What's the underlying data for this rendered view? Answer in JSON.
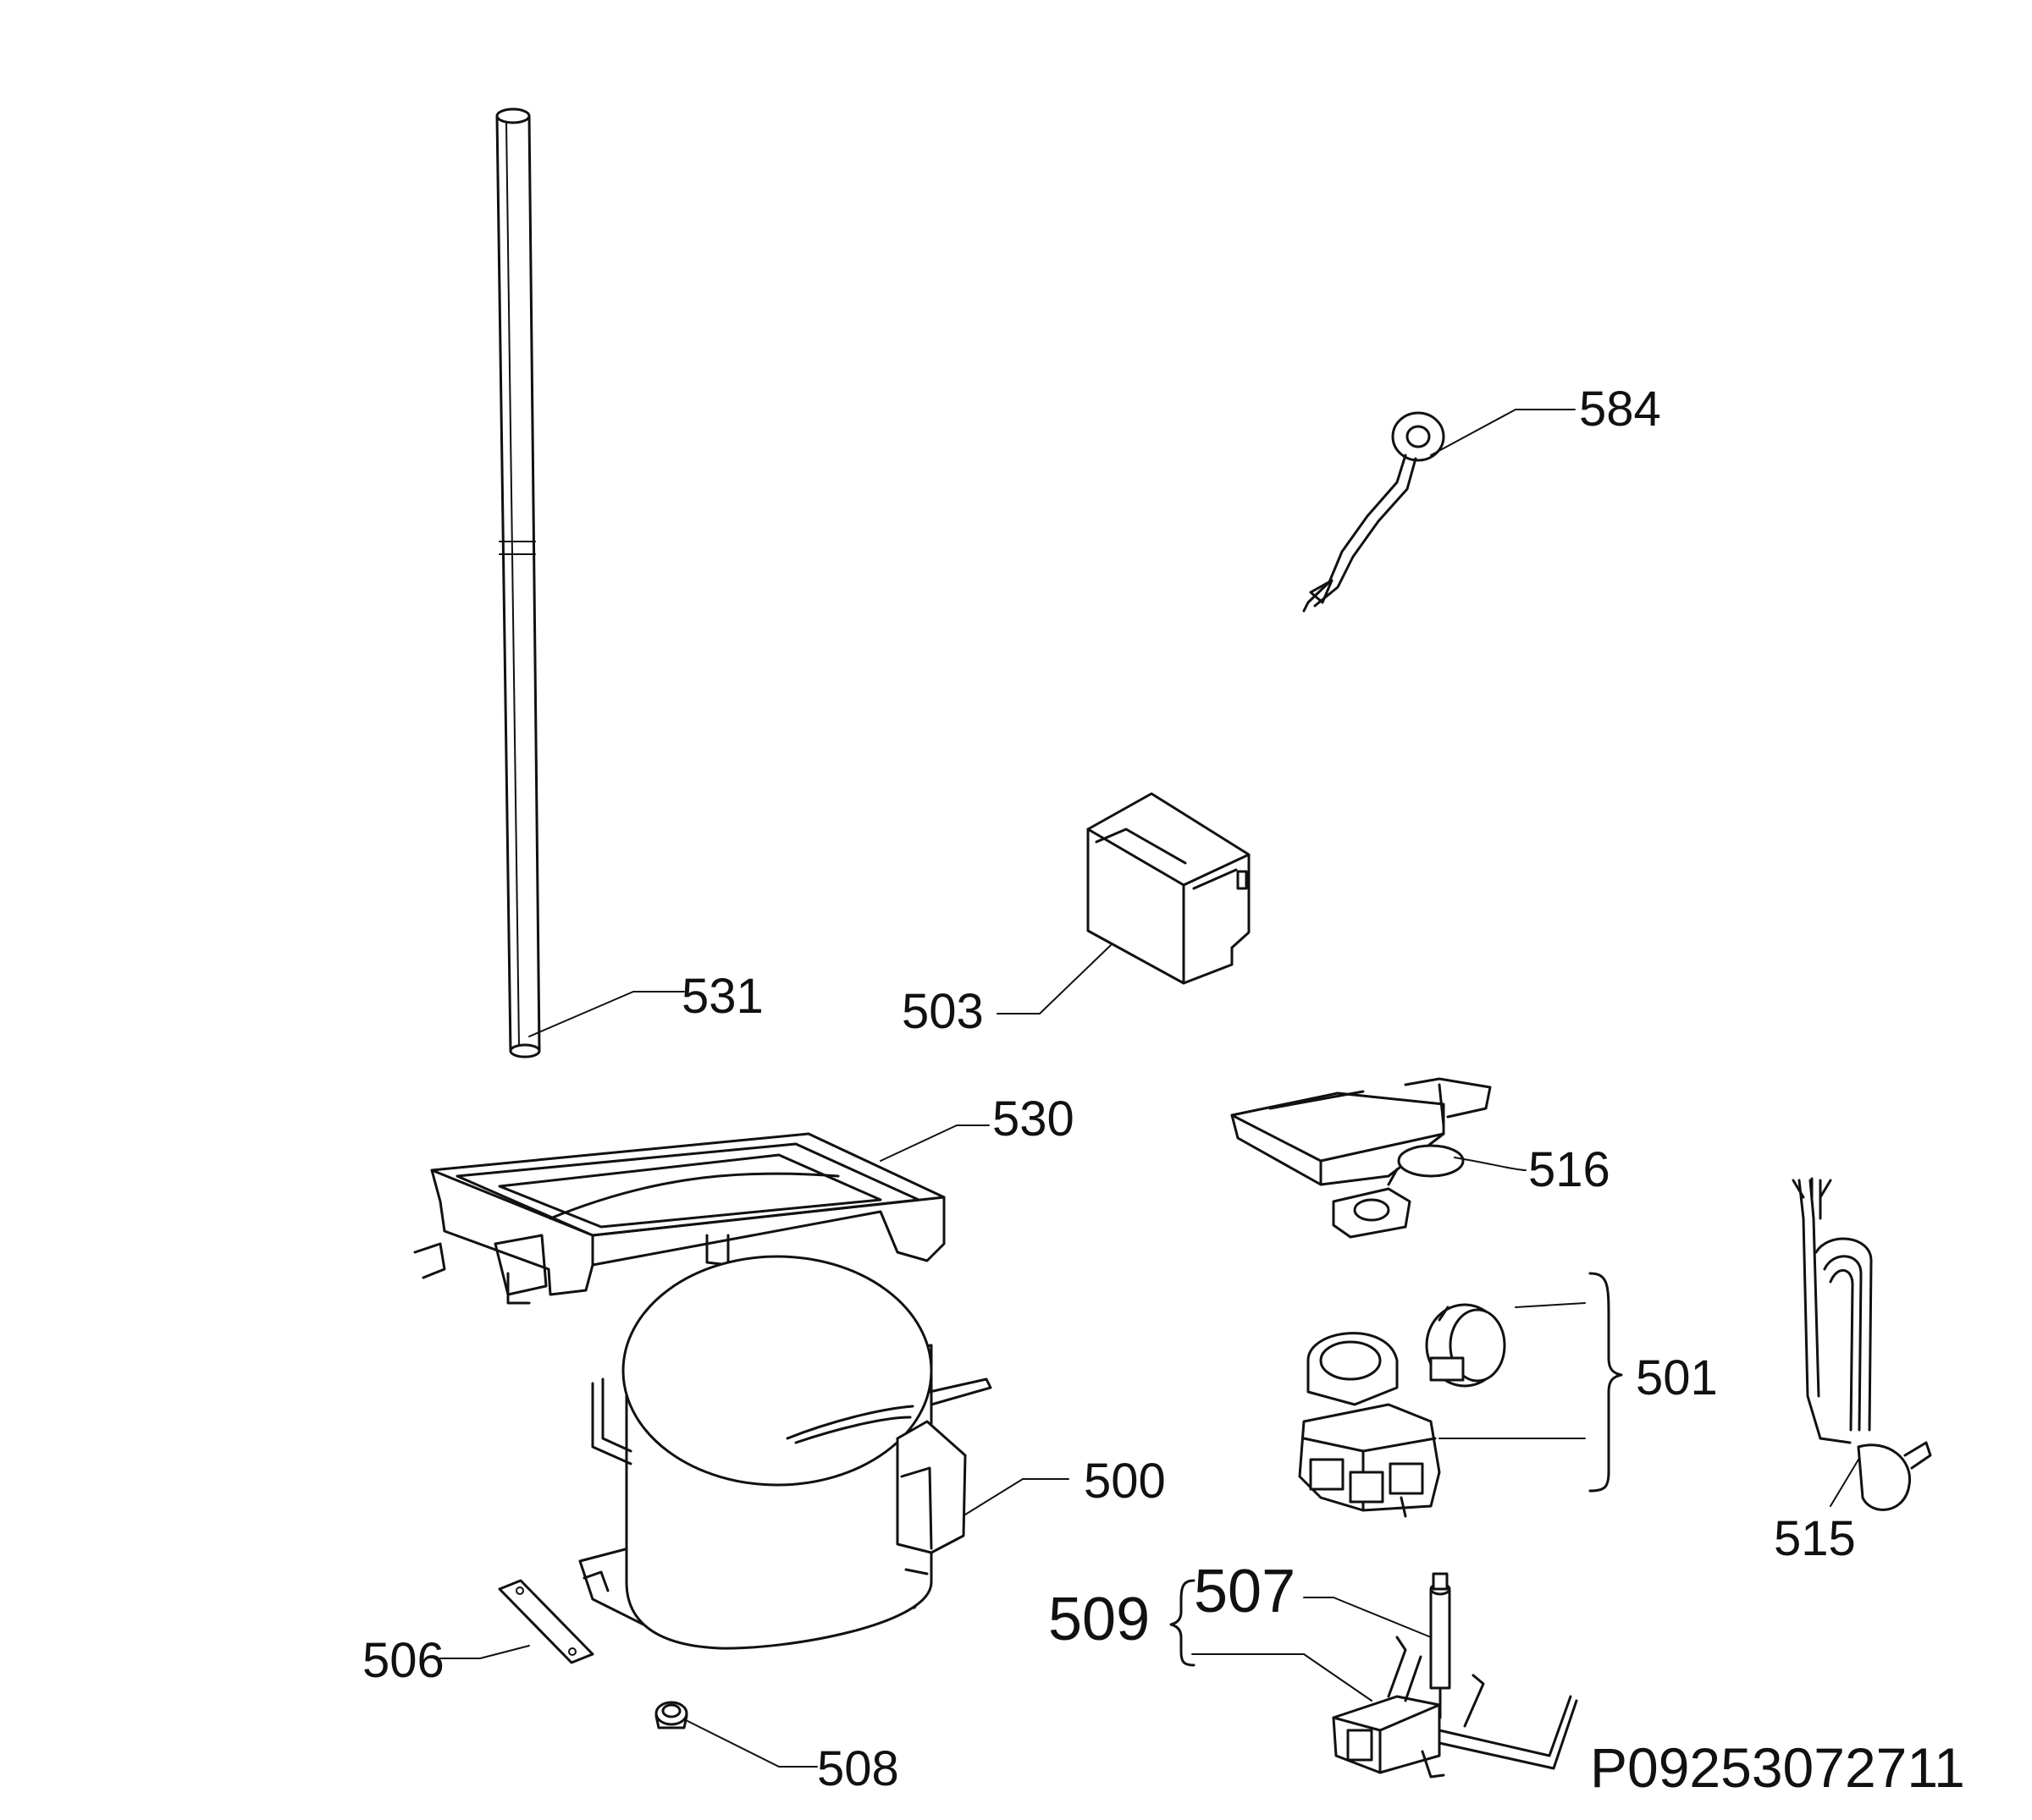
{
  "diagram": {
    "parts": [
      {
        "id": "p584",
        "label": "584"
      },
      {
        "id": "p531",
        "label": "531"
      },
      {
        "id": "p503",
        "label": "503"
      },
      {
        "id": "p530",
        "label": "530"
      },
      {
        "id": "p516",
        "label": "516"
      },
      {
        "id": "p501",
        "label": "501"
      },
      {
        "id": "p500",
        "label": "500"
      },
      {
        "id": "p515",
        "label": "515"
      },
      {
        "id": "p509",
        "label": "509"
      },
      {
        "id": "p507",
        "label": "507"
      },
      {
        "id": "p506",
        "label": "506"
      },
      {
        "id": "p508",
        "label": "508"
      }
    ],
    "document_id": "P09253072711"
  }
}
